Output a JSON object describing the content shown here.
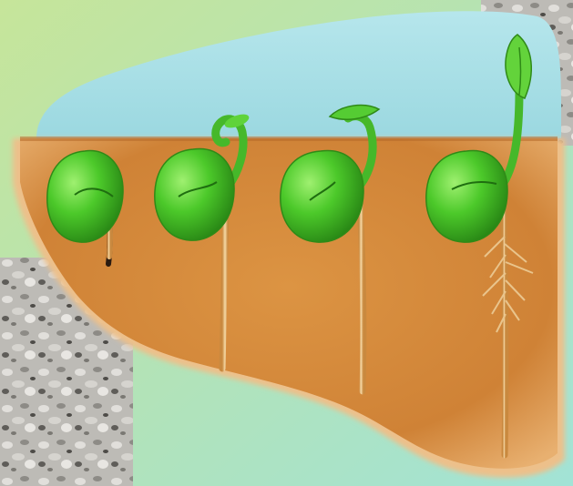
{
  "scene": {
    "subject": "pea-seed-germination-stages",
    "stages": [
      {
        "stage": 1,
        "features": [
          "seed",
          "radicle"
        ]
      },
      {
        "stage": 2,
        "features": [
          "seed",
          "primary-root",
          "hooked-shoot"
        ]
      },
      {
        "stage": 3,
        "features": [
          "seed",
          "primary-root",
          "hooked-shoot",
          "first-leaves"
        ]
      },
      {
        "stage": 4,
        "features": [
          "seed",
          "primary-root",
          "lateral-roots",
          "upright-shoot",
          "leaf-bud"
        ]
      }
    ],
    "colors": {
      "background_green": "#b8e39a",
      "background_aqua": "#a8e4d6",
      "sky": "#a9dfe6",
      "soil": "#d48a3c",
      "soil_dark": "#b46a2a",
      "seed_green": "#4fc62d",
      "root": "#f0c890",
      "gravel": "#c8c6c2"
    }
  }
}
